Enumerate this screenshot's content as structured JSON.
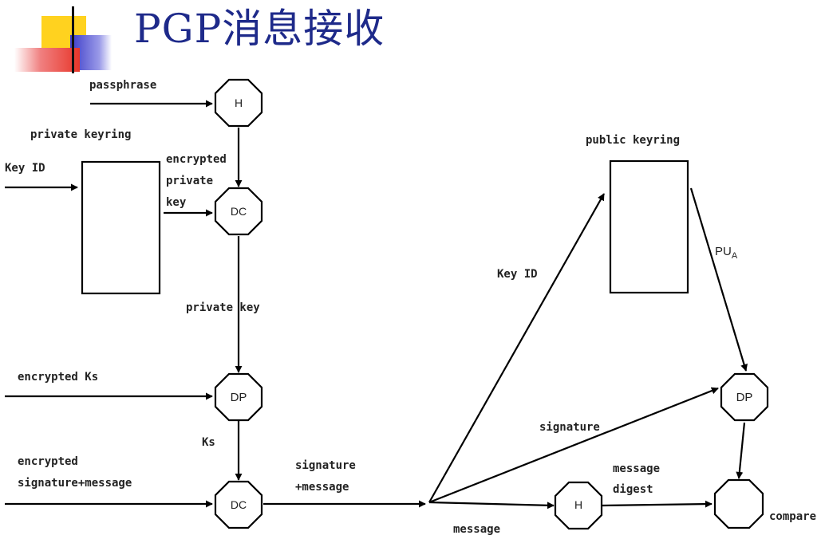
{
  "title": "PGP消息接收",
  "nodes": {
    "hash_top": "H",
    "decrypt_key": "DC",
    "decrypt_ks": "DP",
    "decrypt_msg": "DC",
    "verify": "DP",
    "hash_msg": "H",
    "compare": ""
  },
  "labels": {
    "passphrase": "passphrase",
    "private_keyring": "private keyring",
    "key_id_left": "Key ID",
    "encrypted": "encrypted",
    "private": "private",
    "key": "key",
    "private_key": "private key",
    "encrypted_ks": "encrypted Ks",
    "ks": "Ks",
    "encrypted_sig_line1": "encrypted",
    "encrypted_sig_line2": "signature+message",
    "sig_msg_line1": "signature",
    "sig_msg_line2": "+message",
    "key_id_right": "Key ID",
    "public_keyring": "public keyring",
    "pua_main": "PU",
    "pua_sub": "A",
    "signature": "signature",
    "message": "message",
    "message_digest_line1": "message",
    "message_digest_line2": "digest",
    "compare": "compare"
  },
  "colors": {
    "title": "#1e2a8a",
    "deco_yellow": "#ffd21f",
    "deco_red": "#e8362a",
    "deco_blue": "#3c3cc8"
  }
}
